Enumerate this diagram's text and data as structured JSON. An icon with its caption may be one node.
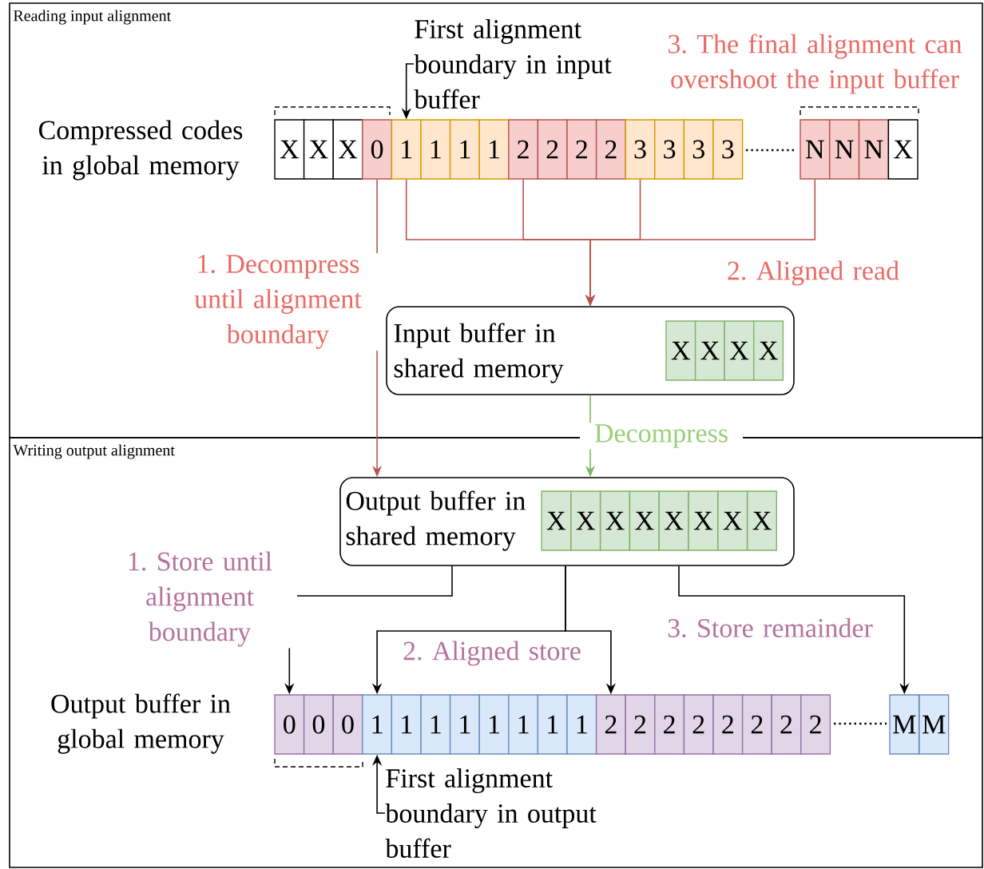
{
  "diagram": {
    "nodes": [
      {
        "text": [
          "Reading input alignment"
        ]
      },
      {
        "text": [
          "Writing output alignment"
        ]
      },
      {
        "text": [
          "First alignment boundary in input buffer"
        ],
        "in": 0
      },
      {
        "text": [
          "X"
        ],
        "in": 0
      },
      {
        "text": [
          "X"
        ],
        "in": 0
      },
      {
        "text": [
          "X"
        ],
        "in": 0
      },
      {
        "text": [
          "0"
        ],
        "in": 0
      },
      {
        "text": [
          "1"
        ],
        "in": 0
      },
      {
        "text": [
          "1"
        ],
        "in": 0
      },
      {
        "text": [
          "1"
        ],
        "in": 0
      },
      {
        "text": [
          "1"
        ],
        "in": 0
      },
      {
        "text": [
          "2"
        ],
        "in": 0
      },
      {
        "text": [
          "2"
        ],
        "in": 0
      },
      {
        "text": [
          "2"
        ],
        "in": 0
      },
      {
        "text": [
          "2"
        ],
        "in": 0
      },
      {
        "text": [
          "3"
        ],
        "in": 0
      },
      {
        "text": [
          "3"
        ],
        "in": 0
      },
      {
        "text": [
          "3"
        ],
        "in": 0
      },
      {
        "text": [
          "3"
        ],
        "in": 0
      },
      {
        "text": [
          "N"
        ],
        "in": 0
      },
      {
        "text": [
          "N"
        ],
        "in": 0
      },
      {
        "text": [
          "N"
        ],
        "in": 0
      },
      {
        "text": [
          "X"
        ],
        "in": 0
      },
      {
        "text": [
          "Input buffer in shared memory"
        ],
        "in": 0
      },
      {
        "text": [
          "X"
        ],
        "in": 23
      },
      {
        "text": [
          "X"
        ],
        "in": 23
      },
      {
        "text": [
          "X"
        ],
        "in": 23
      },
      {
        "text": [
          "X"
        ],
        "in": 23
      },
      {
        "text": [
          "Output buffer in shared memory"
        ],
        "in": 1
      },
      {
        "text": [
          "X"
        ],
        "in": 28
      },
      {
        "text": [
          "X"
        ],
        "in": 28
      },
      {
        "text": [
          "X"
        ],
        "in": 28
      },
      {
        "text": [
          "X"
        ],
        "in": 28
      },
      {
        "text": [
          "X"
        ],
        "in": 28
      },
      {
        "text": [
          "X"
        ],
        "in": 28
      },
      {
        "text": [
          "X"
        ],
        "in": 28
      },
      {
        "text": [
          "X"
        ],
        "in": 28
      },
      {
        "text": [
          "0"
        ],
        "in": 1
      },
      {
        "text": [
          "0"
        ],
        "in": 1
      },
      {
        "text": [
          "0"
        ],
        "in": 1
      },
      {
        "text": [
          "1"
        ],
        "in": 1
      },
      {
        "text": [
          "1"
        ],
        "in": 1
      },
      {
        "text": [
          "1"
        ],
        "in": 1
      },
      {
        "text": [
          "1"
        ],
        "in": 1
      },
      {
        "text": [
          "1"
        ],
        "in": 1
      },
      {
        "text": [
          "1"
        ],
        "in": 1
      },
      {
        "text": [
          "1"
        ],
        "in": 1
      },
      {
        "text": [
          "1"
        ],
        "in": 1
      },
      {
        "text": [
          "2"
        ],
        "in": 1
      },
      {
        "text": [
          "2"
        ],
        "in": 1
      },
      {
        "text": [
          "2"
        ],
        "in": 1
      },
      {
        "text": [
          "2"
        ],
        "in": 1
      },
      {
        "text": [
          "2"
        ],
        "in": 1
      },
      {
        "text": [
          "2"
        ],
        "in": 1
      },
      {
        "text": [
          "2"
        ],
        "in": 1
      },
      {
        "text": [
          "2"
        ],
        "in": 1
      },
      {
        "text": [
          "M"
        ],
        "in": 1
      },
      {
        "text": [
          "M"
        ],
        "in": 1
      },
      {
        "text": [
          "First alignment boundary in output buffer"
        ],
        "in": 1
      }
    ],
    "edges": [
      {
        "from": 2,
        "to": 7,
        "arrow": "to"
      },
      {
        "from": 6,
        "to": 28,
        "arrow": "to",
        "label": "1. Decompress until alignment boundary",
        "color": "#b85450"
      },
      {
        "from": 7,
        "to": 23,
        "arrow": "to",
        "color": "#b85450"
      },
      {
        "from": 11,
        "to": 23,
        "arrow": "to",
        "color": "#b85450"
      },
      {
        "from": 15,
        "to": 23,
        "arrow": "to",
        "color": "#b85450"
      },
      {
        "from": 19,
        "to": 23,
        "arrow": "to",
        "label": "2. Aligned read",
        "color": "#b85450"
      },
      {
        "from": 23,
        "to": 28,
        "arrow": "to",
        "label": "Decompress",
        "color": "#82b366"
      },
      {
        "from": 28,
        "to": 37,
        "arrow": "to",
        "label": "1. Store until alignment boundary"
      },
      {
        "from": 28,
        "to": 40,
        "arrow": "to",
        "label": "2. Aligned store"
      },
      {
        "from": 28,
        "to": 48,
        "arrow": "to"
      },
      {
        "from": 28,
        "to": 56,
        "arrow": "to",
        "label": "3. Store remainder"
      },
      {
        "from": 58,
        "to": 40,
        "arrow": "to"
      }
    ],
    "labels": [
      "3. The final alignment can overshoot the input buffer",
      "Compressed codes in global memory",
      "Output buffer in global memory"
    ]
  }
}
